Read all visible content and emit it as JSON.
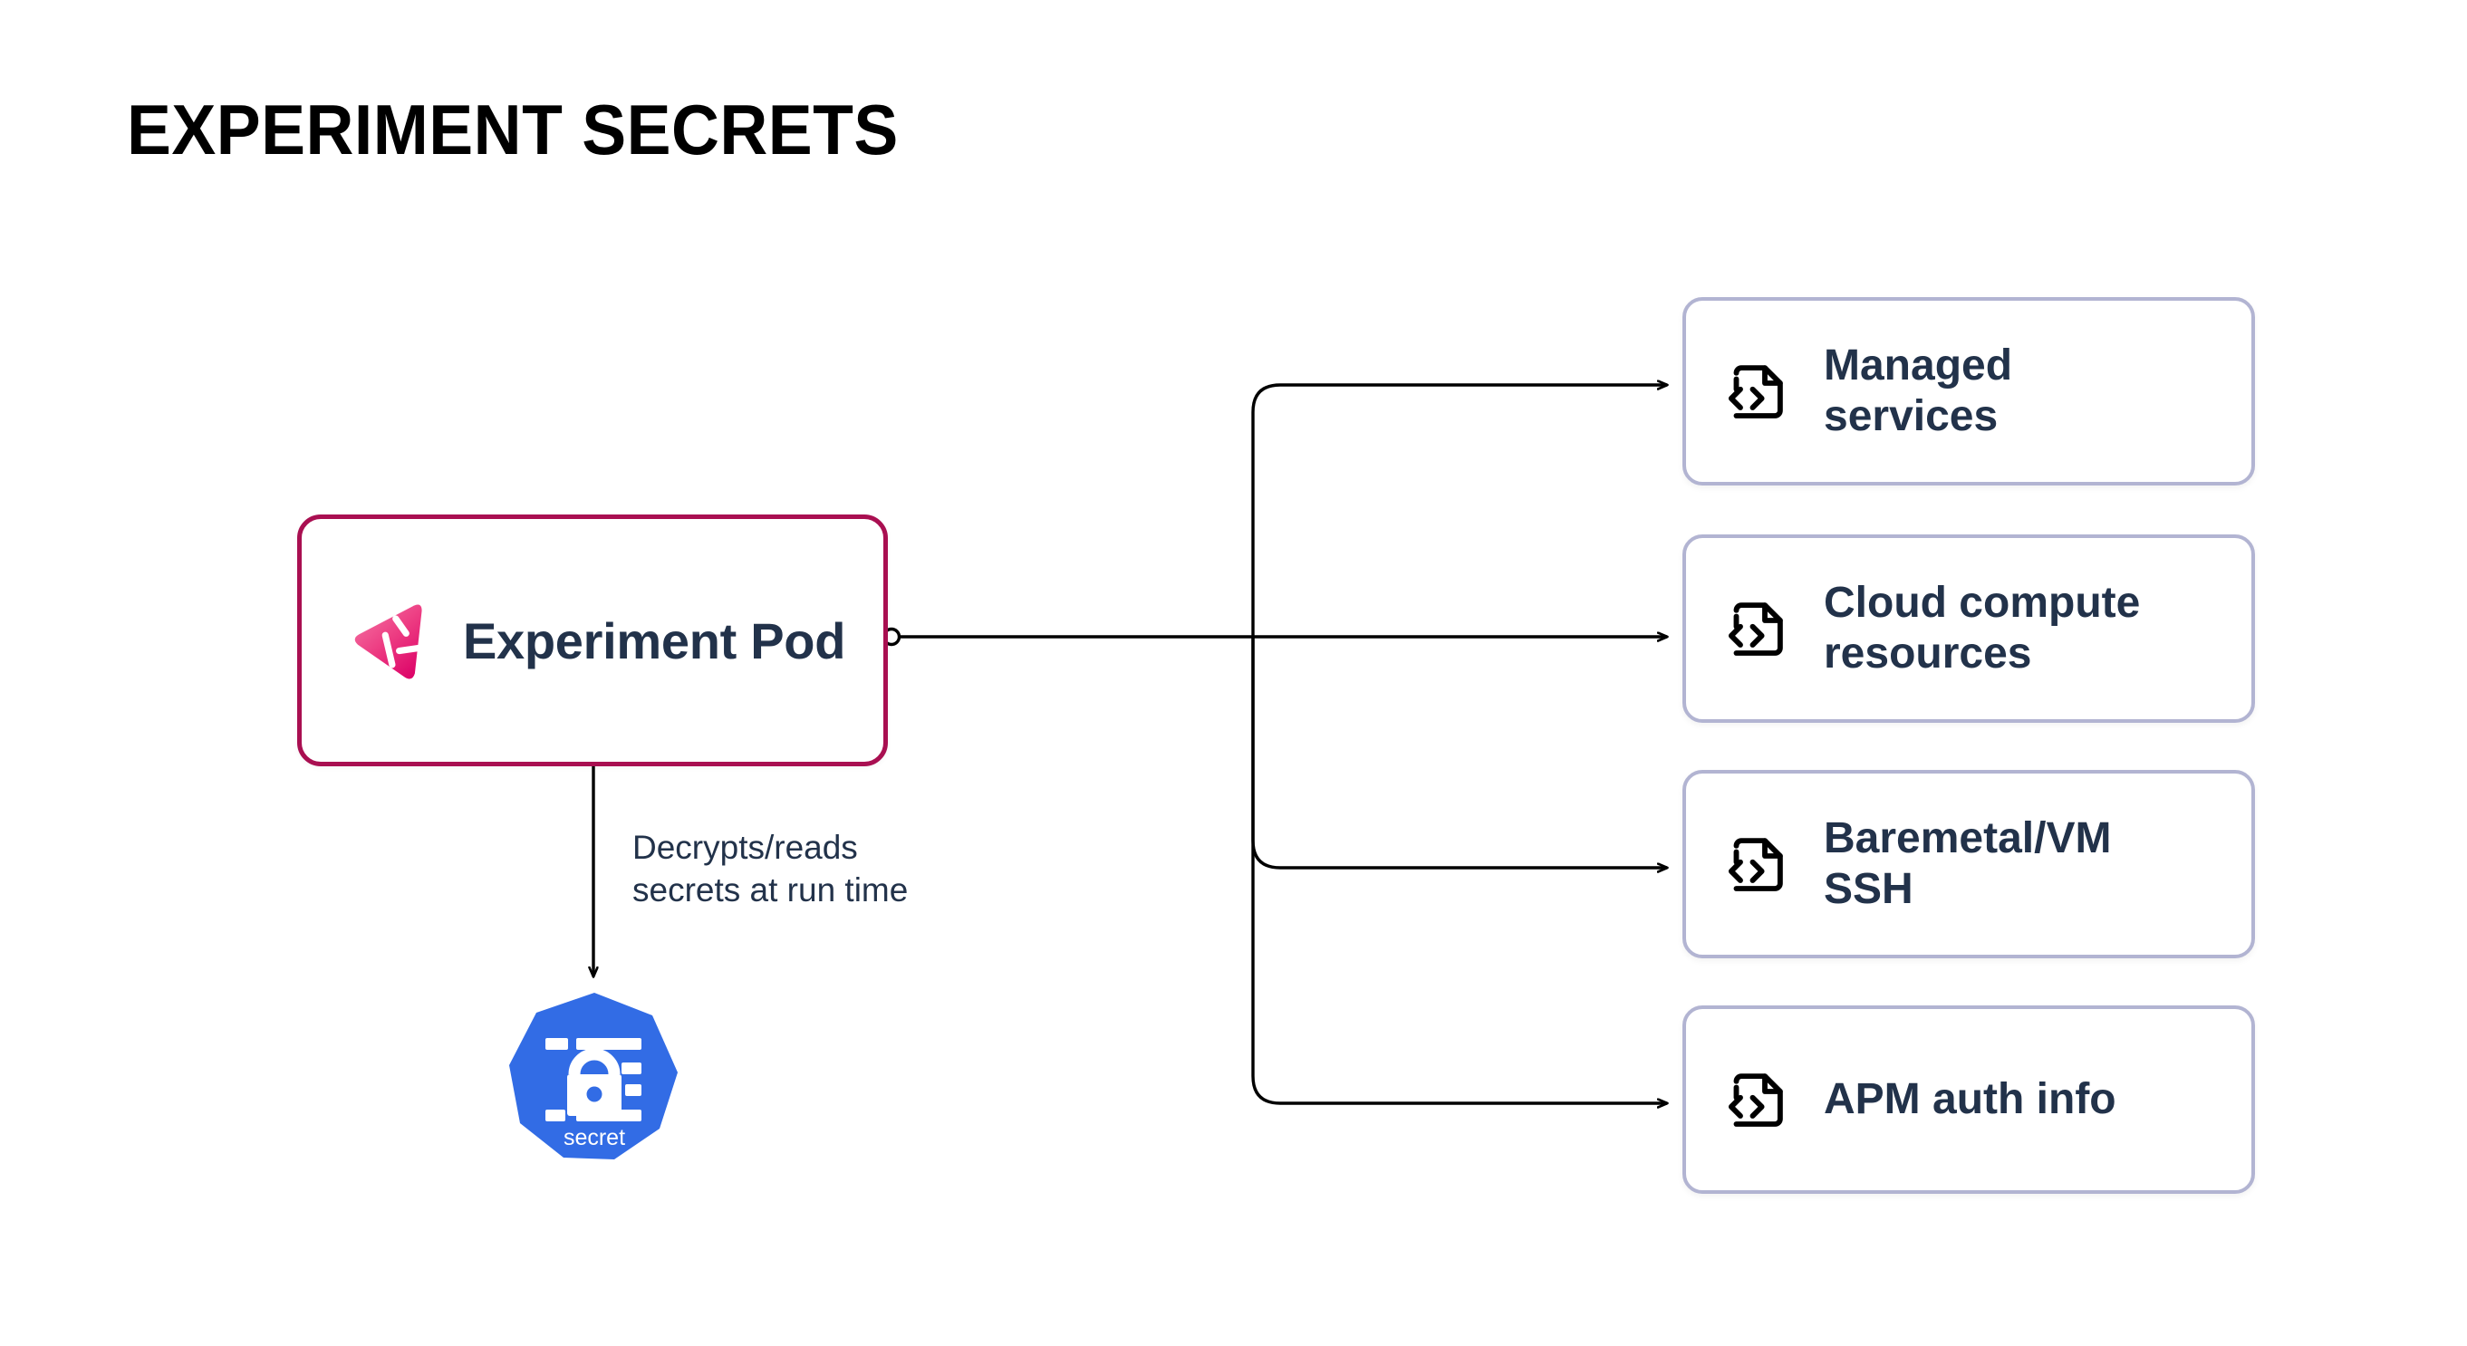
{
  "page": {
    "title": "EXPERIMENT SECRETS",
    "background_color": "#ffffff"
  },
  "colors": {
    "title_text": "#000000",
    "node_text": "#22324A",
    "pod_border": "#A90F51",
    "pod_logo_pink_light": "#F0528C",
    "pod_logo_pink_dark": "#E01A74",
    "card_border": "#B2B4D2",
    "card_background": "#ffffff",
    "secret_blue": "#326CE5",
    "connector_stroke": "#000000",
    "icon_black": "#000000"
  },
  "pod_node": {
    "label": "Experiment Pod",
    "logo_name": "litmuschaos-logo",
    "port_label": "output-port"
  },
  "secret_node": {
    "label": "secret",
    "icon_name": "kubernetes-secret-lock-icon"
  },
  "edge_label": {
    "line1": "Decrypts/reads",
    "line2": "secrets at run time"
  },
  "resource_cards": [
    {
      "id": "managed-services",
      "icon_name": "file-code-icon",
      "line1": "Managed",
      "line2": "services"
    },
    {
      "id": "cloud-compute-resources",
      "icon_name": "file-code-icon",
      "line1": "Cloud compute",
      "line2": "resources"
    },
    {
      "id": "baremetal-vm-ssh",
      "icon_name": "file-code-icon",
      "line1": "Baremetal/VM",
      "line2": "SSH"
    },
    {
      "id": "apm-auth-info",
      "icon_name": "file-code-icon",
      "line1": "APM auth info",
      "line2": ""
    }
  ],
  "connectors": [
    {
      "name": "pod-to-secret",
      "style": "straight-arrow-down"
    },
    {
      "name": "pod-to-managed-services",
      "style": "elbow-arrow-right"
    },
    {
      "name": "pod-to-cloud-compute-resources",
      "style": "straight-arrow-right"
    },
    {
      "name": "pod-to-baremetal-vm-ssh",
      "style": "elbow-arrow-right"
    },
    {
      "name": "pod-to-apm-auth-info",
      "style": "elbow-arrow-right"
    }
  ]
}
